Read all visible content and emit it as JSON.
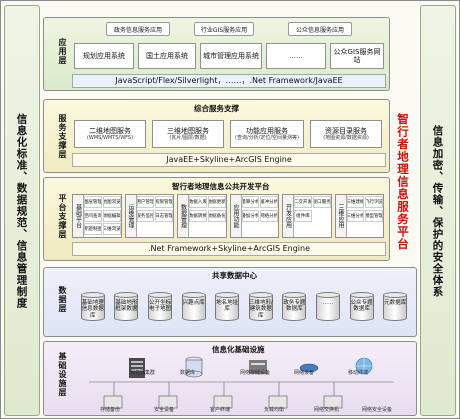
{
  "side_left": "信息化标准、数据规范、信息管理制度",
  "side_right": "信息加密、传输、保护的安全体系",
  "vertical_title": "智行者地理信息服务平台",
  "application": {
    "label": "应用层",
    "categories": [
      "政务信息服务应用",
      "行业GIS服务应用",
      "公众信息服务应用"
    ],
    "apps": [
      "规划应用系统",
      "国土应用系统",
      "城市管理应用系统",
      "……",
      "公众GIS服务网站"
    ],
    "tech_bar": "JavaScript/Flex/Silverlight，……，.Net Framework/JavaEE"
  },
  "service_support": {
    "label": "服务支撑层",
    "title": "综合服务支撑",
    "services": [
      {
        "name": "二维地图服务",
        "sub": "(WMS/WMTS/WFS)"
      },
      {
        "name": "三维地图服务",
        "sub": "(瓦片/图层/数据)"
      },
      {
        "name": "功能应用服务",
        "sub": "(查询/分析/定位/空间量测等)"
      },
      {
        "name": "资源目录服务",
        "sub": "(地图资源/数据资源)"
      }
    ],
    "engine_bar": "JavaEE+Skyline+ArcGIS Engine"
  },
  "platform_support": {
    "label": "平台支撑层",
    "title": "智行者地理信息公共开发平台",
    "modules": [
      {
        "name": "基础平台",
        "items": [
          "图层管理",
          "地图浏览",
          "空间查询",
          "数据编辑",
          "专题制图",
          "三维浏览"
        ]
      },
      {
        "name": "运维管理",
        "items": [
          "用户管理",
          "权限管理",
          "服务监控",
          "日志管理"
        ]
      },
      {
        "name": "数据管理",
        "items": [
          "数据入库",
          "数据更新",
          "数据转换",
          "数据备份"
        ]
      },
      {
        "name": "应用功能",
        "items": [
          "量算分析",
          "缓冲分析",
          "叠加分析",
          "网络分析"
        ]
      },
      {
        "name": "开发应用",
        "items": [
          "二次开发",
          "接口服务",
          "组件库"
        ]
      },
      {
        "name": "三维应用",
        "items": [
          "三维建模",
          "飞行浏览",
          "三维分析",
          "模型管理"
        ]
      }
    ],
    "engine_bar": ".Net Framework+Skyline+ArcGIS Engine"
  },
  "data": {
    "label": "数据层",
    "title": "共享数据中心",
    "items": [
      "基础地理信息数据库",
      "基础地形框架数据",
      "公开坐标电子地图",
      "兴趣点库",
      "地名地址库",
      "三维地形/建筑数据库",
      "政务专题数据库",
      "……",
      "公众专题数据库",
      "元数据库"
    ]
  },
  "infrastructure": {
    "label": "基础设施层",
    "title": "信息化基础设施",
    "labels": [
      "服务器集群",
      "数据库",
      "网络存储设备",
      "网络设备",
      "存储备份",
      "安全设备",
      "客户终端",
      "负载均衡",
      "网络交换机",
      "移动终端",
      "网络安全设备"
    ]
  }
}
